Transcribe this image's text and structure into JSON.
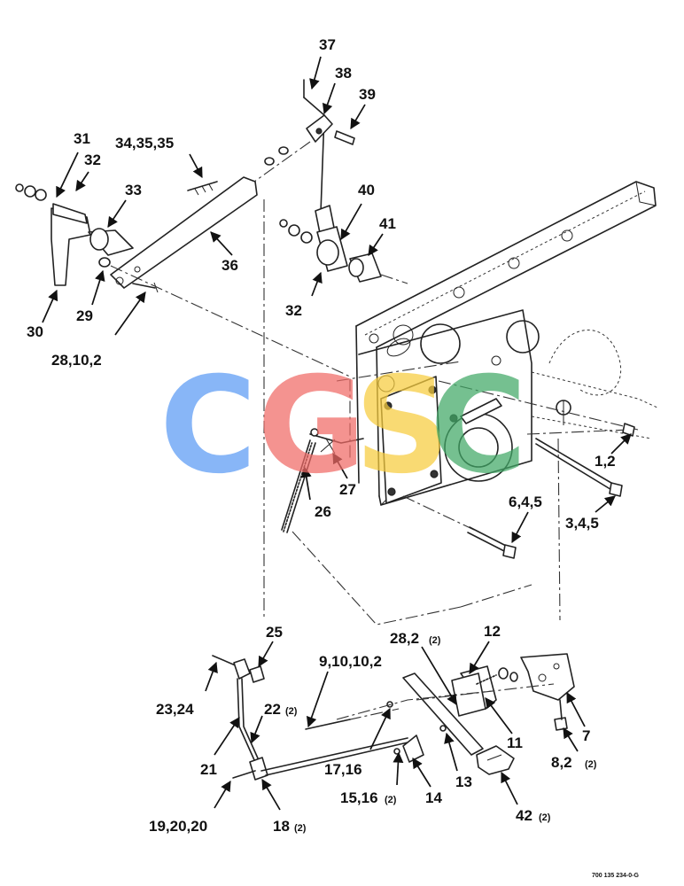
{
  "diagram": {
    "drawing_number": "700 135 234-0-G",
    "watermark": {
      "letters": [
        "C",
        "G",
        "S",
        "C"
      ],
      "colors": [
        "#5b9bf5",
        "#f06a66",
        "#f8cd3e",
        "#41a866"
      ]
    },
    "callouts": {
      "c37": "37",
      "c38": "38",
      "c39": "39",
      "c31": "31",
      "c32a": "32",
      "c34": "34,35,35",
      "c33": "33",
      "c40": "40",
      "c41": "41",
      "c36": "36",
      "c32b": "32",
      "c30": "30",
      "c29": "29",
      "c28a": "28,10,2",
      "c1": "1,2",
      "c27": "27",
      "c26": "26",
      "c6": "6,4,5",
      "c3": "3,4,5",
      "c25": "25",
      "c28b": "28,2",
      "c28b_qty": "(2)",
      "c12": "12",
      "c9": "9,10,10,2",
      "c23": "23,24",
      "c22": "22",
      "c22_qty": "(2)",
      "c11": "11",
      "c7": "7",
      "c8": "8,2",
      "c8_qty": "(2)",
      "c21": "21",
      "c17": "17,16",
      "c13": "13",
      "c15": "15,16",
      "c15_qty": "(2)",
      "c14": "14",
      "c42": "42",
      "c42_qty": "(2)",
      "c19": "19,20,20",
      "c18": "18",
      "c18_qty": "(2)"
    }
  }
}
